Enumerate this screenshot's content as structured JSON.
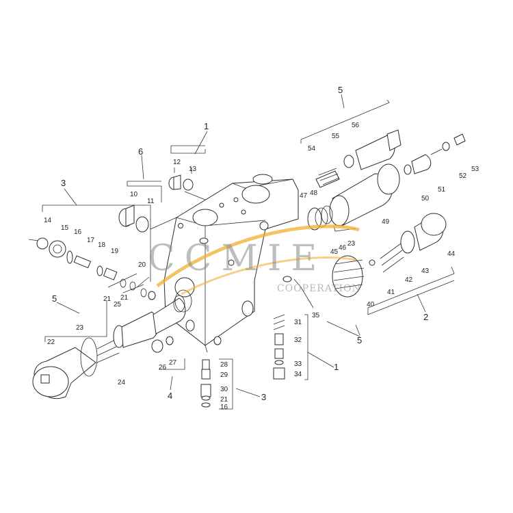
{
  "watermark": {
    "main": "CCMIE",
    "sub": "COOPERATION",
    "colors": {
      "gray": "#8a8a8a",
      "orange": "#f0b030"
    }
  },
  "group_labels": {
    "g1_top": "1",
    "g1_bottom": "1",
    "g2": "2",
    "g3_left": "3",
    "g3_bottom": "3",
    "g4": "4",
    "g5_top": "5",
    "g5_left": "5",
    "g5_mid": "5",
    "g6": "6"
  },
  "part_labels": {
    "p10": "10",
    "p11": "11",
    "p12": "12",
    "p13": "13",
    "p14": "14",
    "p15": "15",
    "p16": "16",
    "p16b": "16",
    "p17": "17",
    "p18": "18",
    "p19": "19",
    "p20": "20",
    "p21a": "21",
    "p21b": "21",
    "p21c": "21",
    "p22": "22",
    "p23a": "23",
    "p23b": "23",
    "p24": "24",
    "p25": "25",
    "p26": "26",
    "p27": "27",
    "p28": "28",
    "p29": "29",
    "p30": "30",
    "p31": "31",
    "p32": "32",
    "p33": "33",
    "p34": "34",
    "p35": "35",
    "p40": "40",
    "p41": "41",
    "p42": "42",
    "p43": "43",
    "p44": "44",
    "p45": "45",
    "p46": "46",
    "p47": "47",
    "p48": "48",
    "p49": "49",
    "p50": "50",
    "p51": "51",
    "p52": "52",
    "p53": "53",
    "p54": "54",
    "p55": "55",
    "p56": "56"
  }
}
